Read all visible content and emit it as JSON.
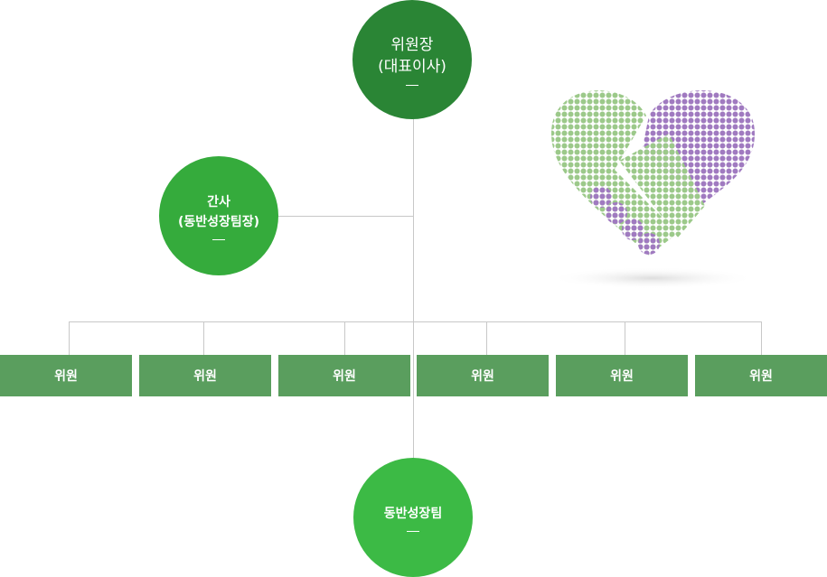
{
  "chairman": {
    "title": "위원장",
    "subtitle": "(대표이사)"
  },
  "secretary": {
    "title": "간사",
    "subtitle": "(동반성장팀장)"
  },
  "members": [
    "위원",
    "위원",
    "위원",
    "위원",
    "위원",
    "위원"
  ],
  "team": {
    "title": "동반성장팀"
  },
  "colors": {
    "chairman": "#2a8535",
    "secretary": "#35ab3c",
    "team": "#3cba45",
    "member": "#5a9e5e",
    "line": "#c8c8c8"
  }
}
